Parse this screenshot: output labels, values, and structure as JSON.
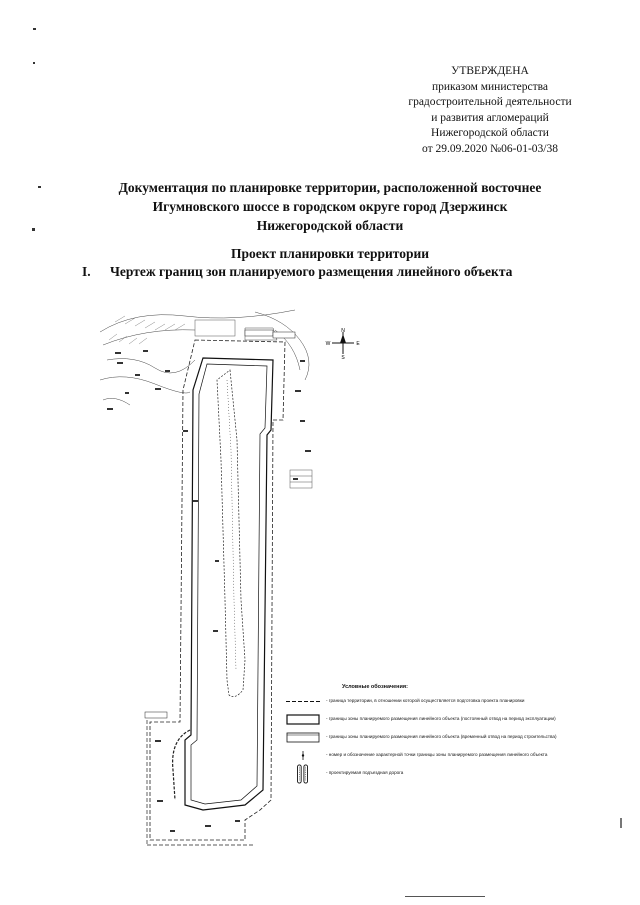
{
  "approval": {
    "lines": [
      "УТВЕРЖДЕНА",
      "приказом министерства",
      "градостроительной деятельности",
      "и развития агломераций",
      "Нижегородской области",
      "от 29.09.2020 №06-01-03/38"
    ]
  },
  "title": {
    "lines": [
      "Документация по планировке территории, расположенной восточнее",
      "Игумновского шоссе в городском округе город Дзержинск",
      "Нижегородской области"
    ]
  },
  "subtitle": "Проект планировки территории",
  "section": {
    "number": "I.",
    "title": "Чертеж границ зон планируемого размещения линейного объекта"
  },
  "compass": {
    "n": "N",
    "s": "S",
    "w": "W",
    "e": "E"
  },
  "legend": {
    "title": "Условные обозначения:",
    "items": [
      {
        "icon": "dashed-line-icon",
        "text": "- граница территории, в отношении которой осуществляется подготовка проекта планировки"
      },
      {
        "icon": "solid-rect-icon",
        "text": "- границы зоны планируемого размещения линейного объекта (постоянный отвод на период эксплуатации)"
      },
      {
        "icon": "double-rect-icon",
        "text": "- границы зоны планируемого размещения линейного объекта (временный отвод на период строительства)"
      },
      {
        "icon": "point-marker-icon",
        "text": "- номер и обозначение характерной точки границы зоны планируемого размещения линейного объекта"
      },
      {
        "icon": "road-icon",
        "text": "- проектируемая подъездная дорога"
      }
    ]
  }
}
